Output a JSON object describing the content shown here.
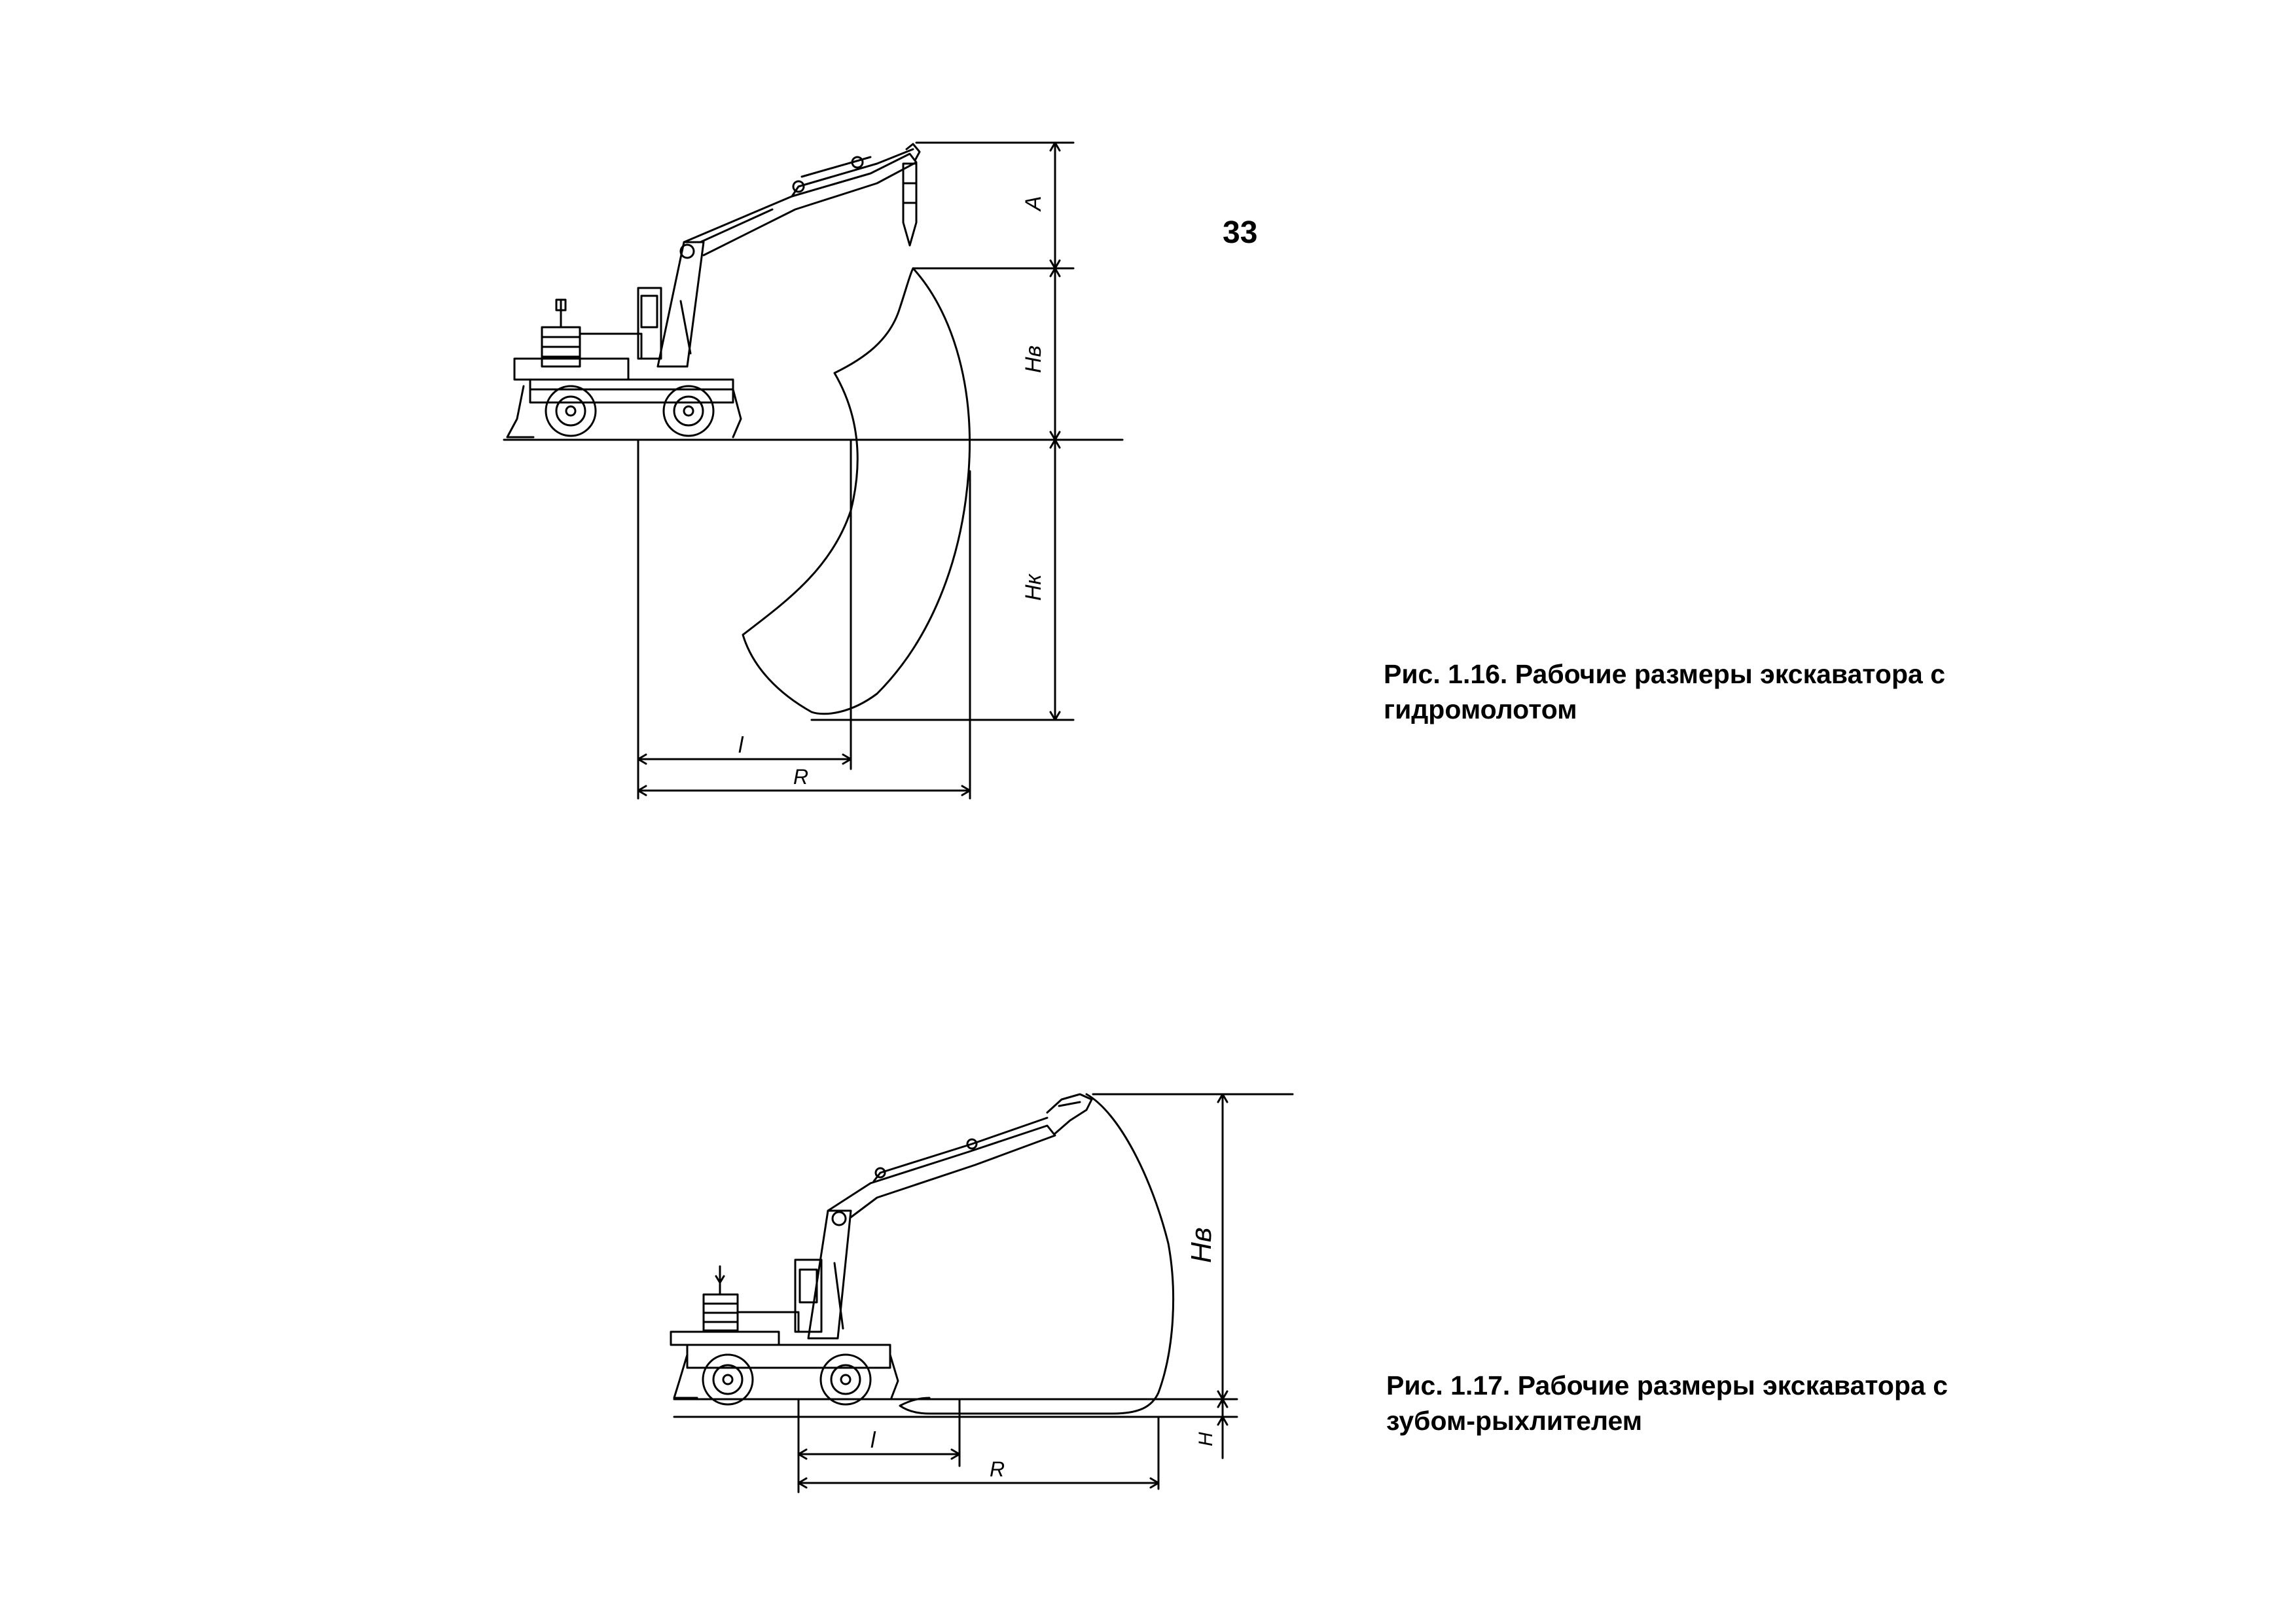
{
  "page": {
    "number": "33"
  },
  "figure_1": {
    "caption_line1": "Рис. 1.16. Рабочие размеры экскаватора с",
    "caption_line2": "гидромолотом",
    "labels": {
      "A": "A",
      "Hv": "Hв",
      "Hk": "Hк",
      "l": "l",
      "R": "R"
    }
  },
  "figure_2": {
    "caption_line1": "Рис. 1.17. Рабочие размеры экскаватора с",
    "caption_line2": "зубом-рыхлителем",
    "labels": {
      "Hv": "Hв",
      "H": "H",
      "l": "l",
      "R": "R"
    }
  }
}
